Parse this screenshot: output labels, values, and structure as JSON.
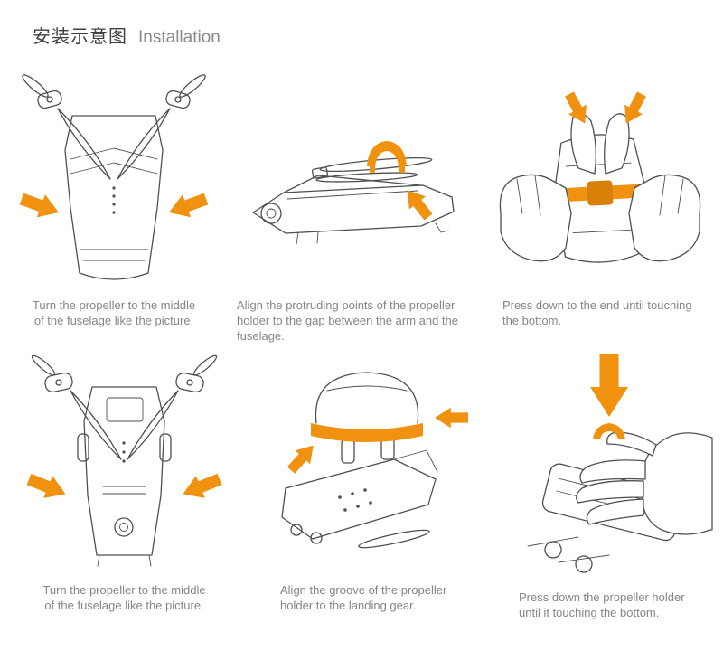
{
  "page": {
    "title_zh": "安装示意图",
    "title_en": "Installation"
  },
  "colors": {
    "accent_orange": "#F0910F",
    "line_art_gray": "#4f4f4f",
    "caption_gray": "#858585",
    "title_dark": "#3f3f3f",
    "title_en_gray": "#8a8a8a"
  },
  "steps": [
    {
      "order": 1,
      "illustration": "drone-top-view-propellers-turned-to-middle",
      "caption": "Turn the propeller to the middle\nof the fuselage like the picture."
    },
    {
      "order": 2,
      "illustration": "propeller-holder-points-aligned-to-arm-gap",
      "caption": "Align the protruding points of the propeller\nholder to the gap between the arm and the\nfuselage."
    },
    {
      "order": 3,
      "illustration": "hands-pressing-holder-down-to-bottom",
      "caption": "Press down to the end until touching\nthe bottom."
    },
    {
      "order": 4,
      "illustration": "drone-bottom-view-propellers-turned-to-middle",
      "caption": "Turn the propeller to the middle\nof the fuselage like the picture."
    },
    {
      "order": 5,
      "illustration": "holder-groove-aligned-to-landing-gear",
      "caption": "Align the groove of the propeller\nholder to the landing gear."
    },
    {
      "order": 6,
      "illustration": "hand-pressing-holder-until-bottom",
      "caption": "Press down the propeller holder\nuntil it touching the bottom."
    }
  ]
}
